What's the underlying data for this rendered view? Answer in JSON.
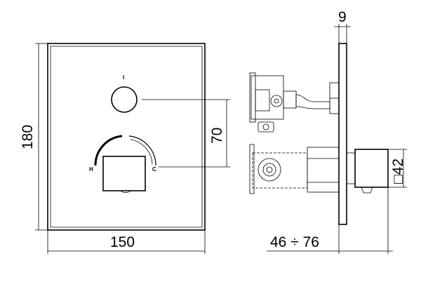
{
  "dimensions": {
    "height": "180",
    "width": "150",
    "offset": "70",
    "depth": "9",
    "range": "46 ÷ 76",
    "square": "□42"
  },
  "labels": {
    "indicator_top": "I",
    "hot": "H",
    "cold": "C"
  }
}
